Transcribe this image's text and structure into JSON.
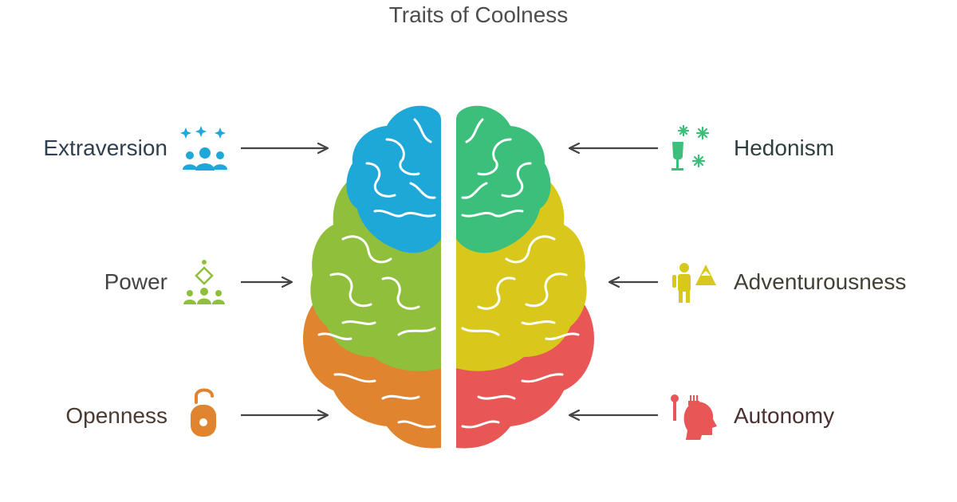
{
  "title": "Traits of Coolness",
  "traits": {
    "extraversion": {
      "label": "Extraversion",
      "color": "#1ea8d8",
      "text_color": "#2f3f4f",
      "icon": "crowd-with-sparkles-icon"
    },
    "power": {
      "label": "Power",
      "color": "#8fbf3b",
      "text_color": "#444444",
      "icon": "group-hierarchy-icon"
    },
    "openness": {
      "label": "Openness",
      "color": "#e08430",
      "text_color": "#4a3a30",
      "icon": "open-padlock-icon"
    },
    "hedonism": {
      "label": "Hedonism",
      "color": "#3dbf7c",
      "text_color": "#2f3f3f",
      "icon": "wine-glass-fireworks-icon"
    },
    "adventurousness": {
      "label": "Adventurousness",
      "color": "#d9c81c",
      "text_color": "#444033",
      "icon": "person-mountain-icon"
    },
    "autonomy": {
      "label": "Autonomy",
      "color": "#e85656",
      "text_color": "#4a3030",
      "icon": "head-with-tools-icon"
    }
  },
  "arrow_color": "#444444"
}
